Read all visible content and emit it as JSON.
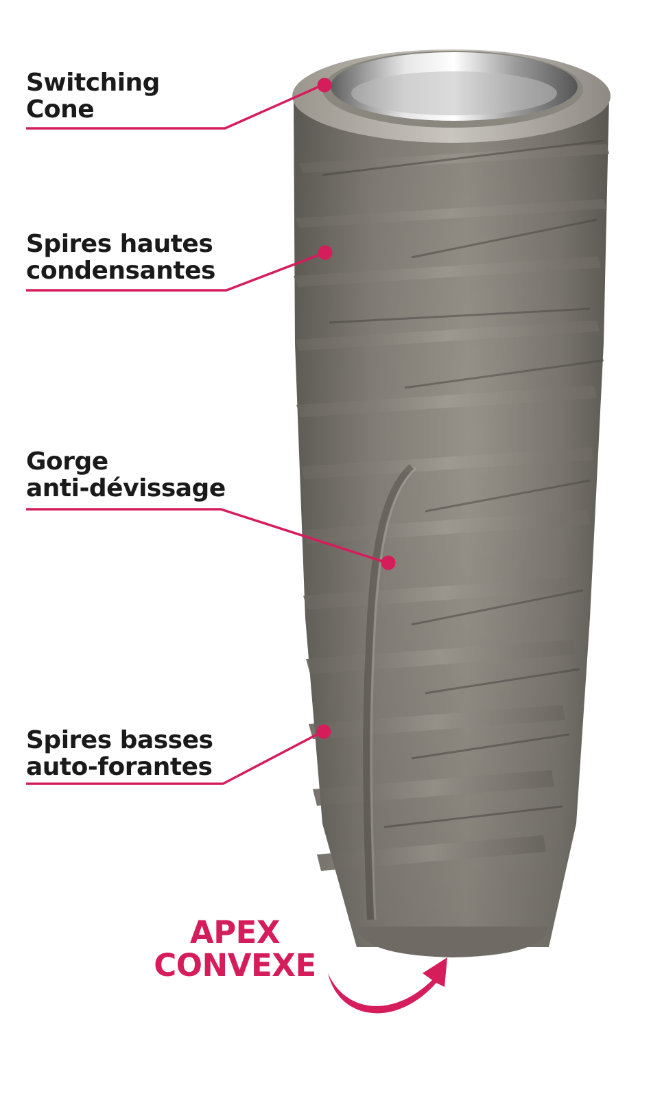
{
  "accent_color": "#d51d5b",
  "body_color": "#85817a",
  "callouts": [
    {
      "line1": "Switching",
      "line2": "Cone"
    },
    {
      "line1": "Spires hautes",
      "line2": "condensantes"
    },
    {
      "line1": "Gorge",
      "line2": "anti-dévissage"
    },
    {
      "line1": "Spires basses",
      "line2": "auto-forantes"
    }
  ],
  "apex": {
    "line1": "APEX",
    "line2": "CONVEXE"
  }
}
